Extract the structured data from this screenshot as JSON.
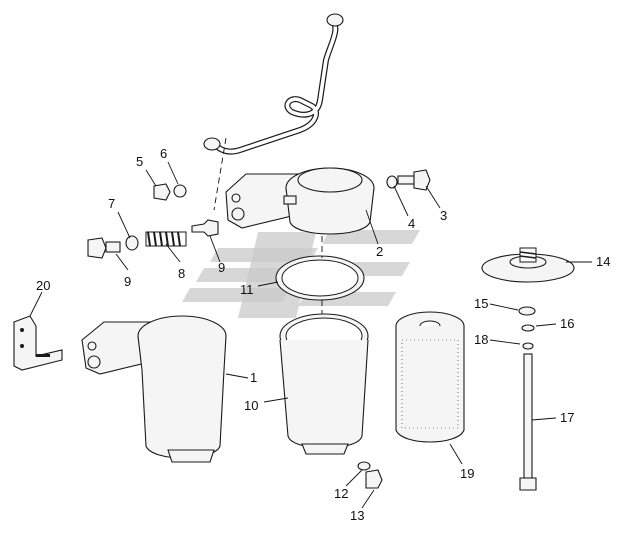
{
  "diagram": {
    "colors": {
      "line": "#1a1a1a",
      "part_fill": "#f5f5f5",
      "watermark": "#c9c9c9",
      "background": "#ffffff"
    },
    "callouts": [
      "1",
      "2",
      "3",
      "4",
      "5",
      "6",
      "7",
      "8",
      "9",
      "9",
      "10",
      "11",
      "12",
      "13",
      "14",
      "15",
      "16",
      "17",
      "18",
      "19",
      "20"
    ]
  }
}
